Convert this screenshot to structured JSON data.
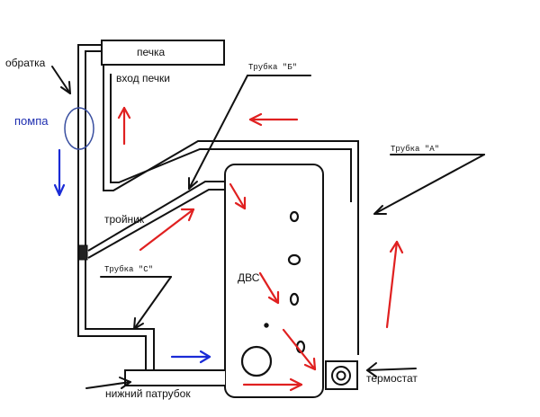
{
  "labels": {
    "pechka": "печка",
    "vkhod_pechki": "вход печки",
    "obratka": "обратка",
    "pompa": "помпа",
    "troynik": "тройник",
    "trubka_b": "Трубка \"Б\"",
    "trubka_a": "Трубка \"А\"",
    "trubka_c": "Трубка \"С\"",
    "dvs": "ДВС",
    "termostat": "термостат",
    "nizhniy_patrubok": "нижний патрубок"
  },
  "colors": {
    "ink": "#111111",
    "flow_red": "#e02020",
    "flow_blue": "#1a2bd6",
    "pompa_label": "#1f2fb0",
    "pompa_ellipse": "#3a4fa0"
  },
  "icons": {
    "pump_marker": "ellipse",
    "thermostat": "circle-in-square"
  }
}
